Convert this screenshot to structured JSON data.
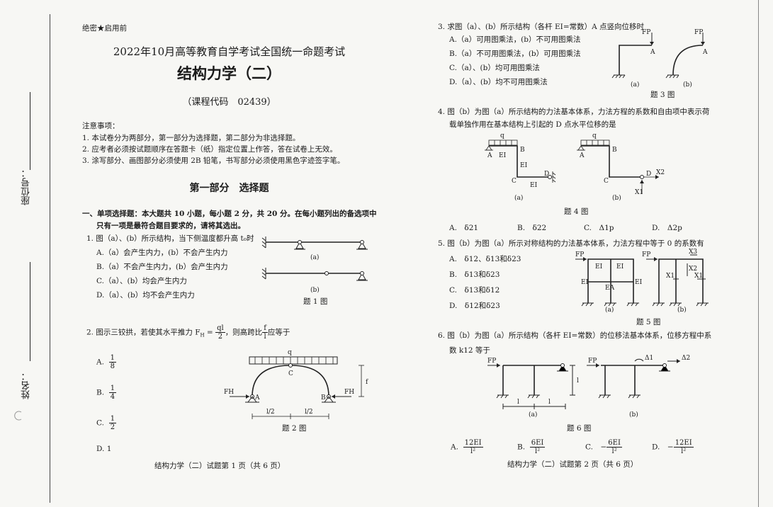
{
  "sidebar": {
    "seat_label": "座位号：",
    "name_label": "姓名："
  },
  "left": {
    "confidential": "绝密★启用前",
    "exam_title": "2022年10月高等教育自学考试全国统一命题考试",
    "subject_title": "结构力学（二）",
    "course_code": "（课程代码　02439）",
    "notice_heading": "注意事项：",
    "notices": [
      "1. 本试卷分为两部分，第一部分为选择题，第二部分为非选择题。",
      "2. 应考者必须按试题顺序在答题卡（纸）指定位置上作答，答在试卷上无效。",
      "3. 涂写部分、画图部分必须使用 2B 铅笔，书写部分必须使用黑色字迹签字笔。"
    ],
    "part_title": "第一部分　选择题",
    "section_heading_1": "一、单项选择题：本大题共 10 小题，每小题 2 分，共 20 分。在每小题列出的备选项中",
    "section_heading_2": "只有一项是最符合题目要求的，请将其选出。",
    "q1": {
      "stem": "1. 图（a）、(b）所示结构，当下侧温度都升高 t₀时",
      "options": [
        "A.（a）会产生内力，(b）不会产生内力",
        "B.（a）不会产生内力，(b）会产生内力",
        "C.（a）、(b）均会产生内力",
        "D.（a）、(b）均不会产生内力"
      ],
      "fig_a": "(a)",
      "fig_b": "(b)",
      "caption": "题 1 图"
    },
    "q2": {
      "stem_pre": "2. 图示三铰拱，若使其水平推力 F",
      "stem_sub": "H",
      "stem_eq": " = ",
      "stem_num": "ql",
      "stem_den": "2",
      "stem_mid": "，则高跨比",
      "stem_fnum": "f",
      "stem_fden": "l",
      "stem_post": "应等于",
      "opt_a_label": "A.",
      "opt_a_num": "1",
      "opt_a_den": "8",
      "opt_b_label": "B.",
      "opt_b_num": "1",
      "opt_b_den": "4",
      "opt_c_label": "C.",
      "opt_c_num": "1",
      "opt_c_den": "2",
      "opt_d": "D. 1",
      "fig_q": "q",
      "fig_c": "C",
      "fig_a_pt": "A",
      "fig_b_pt": "B",
      "fig_fh_left": "FH",
      "fig_fh_right": "FH",
      "fig_f": "f",
      "fig_l2_left": "l/2",
      "fig_l2_right": "l/2",
      "caption": "题 2 图"
    },
    "footer": "结构力学（二）试题第 1 页（共 6 页）"
  },
  "right": {
    "q3": {
      "stem": "3. 求图（a）、(b）所示结构（各杆 EI=常数）A 点竖向位移时",
      "options": [
        "A.（a）可用图乘法，(b）不可用图乘法",
        "B.（a）不可用图乘法，(b）可用图乘法",
        "C.（a）、(b）均可用图乘法",
        "D.（a）、(b）均不可用图乘法"
      ],
      "fig_fp": "FP",
      "fig_a_pt": "A",
      "fig_a": "(a)",
      "fig_b": "(b)",
      "caption": "题 3 图"
    },
    "q4": {
      "stem1": "4. 图（b）为图（a）所示结构的力法基本体系，力法方程的系数和自由项中表示荷",
      "stem2": "载单独作用在基本结构上引起的 D 点水平位移的是",
      "fig_q": "q",
      "fig_a_pt": "A",
      "fig_b_pt": "B",
      "fig_c_pt": "C",
      "fig_d_pt": "D",
      "fig_ei": "EI",
      "fig_x1": "X1",
      "fig_x2": "X2",
      "fig_a": "(a)",
      "fig_b": "(b)",
      "caption": "题 4 图",
      "options": [
        "A.　δ21",
        "B.　δ22",
        "C.　Δ1p",
        "D.　Δ2p"
      ]
    },
    "q5": {
      "stem": "5. 图（b）为图（a）所示对称结构的力法基本体系，力法方程中等于 0 的系数有",
      "options": [
        "A.　δ12、δ13和δ23",
        "B.　δ13和δ23",
        "C.　δ13和δ12",
        "D.　δ12和δ23"
      ],
      "fig_fp": "FP",
      "fig_ei": "EI",
      "fig_ea": "EA",
      "fig_x1": "X1",
      "fig_x2": "X2",
      "fig_x3": "X3",
      "fig_a": "(a)",
      "fig_b": "(b)",
      "caption": "题 5 图"
    },
    "q6": {
      "stem1": "6. 图（b）为图（a）所示结构（各杆 EI=常数）的位移法基本体系，位移方程中系",
      "stem2": "数 k12 等于",
      "fig_fp": "FP",
      "fig_l": "l",
      "fig_d1": "Δ1",
      "fig_d2": "Δ2",
      "fig_a": "(a)",
      "fig_b": "(b)",
      "caption": "题 6 图",
      "opt_a_label": "A.",
      "opt_a_num": "12EI",
      "opt_a_den": "l²",
      "opt_b_label": "B.",
      "opt_b_num": "6EI",
      "opt_b_den": "l²",
      "opt_c_label": "C.　−",
      "opt_c_num": "6EI",
      "opt_c_den": "l²",
      "opt_d_label": "D.　−",
      "opt_d_num": "12EI",
      "opt_d_den": "l²"
    },
    "footer": "结构力学（二）试题第 2 页（共 6 页）"
  }
}
